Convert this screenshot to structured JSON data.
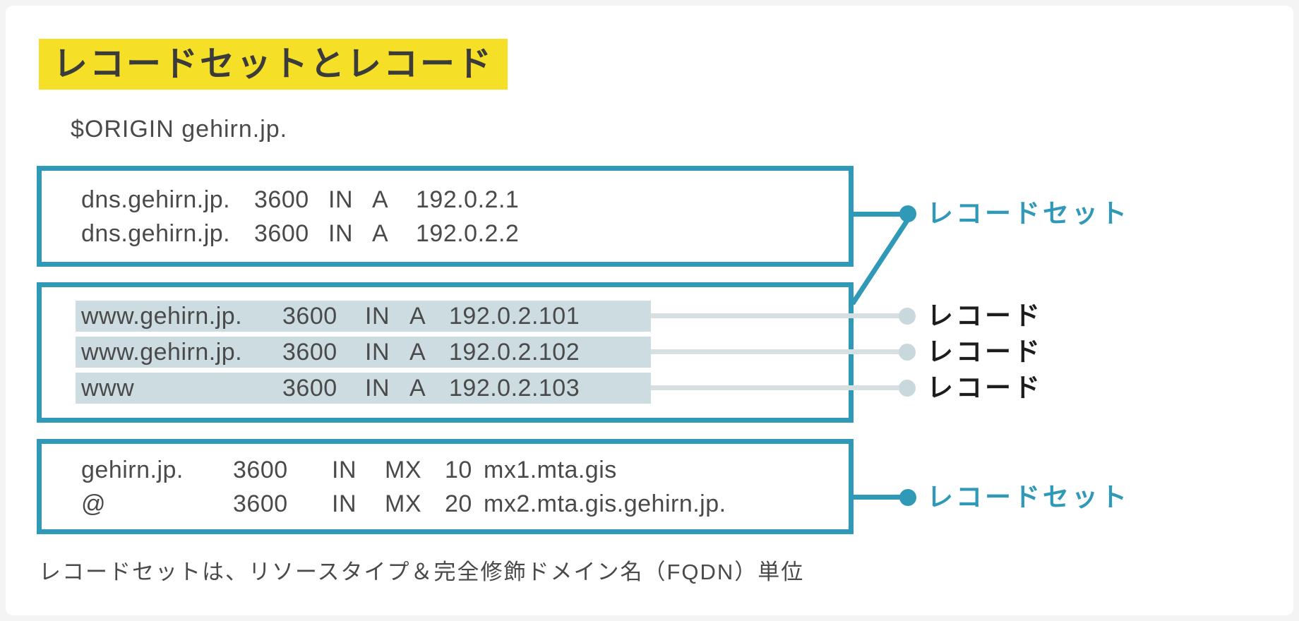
{
  "page": {
    "title": "レコードセットとレコード",
    "origin_line": "$ORIGIN gehirn.jp.",
    "caption": "レコードセットは、リソースタイプ＆完全修飾ドメイン名（FQDN）単位"
  },
  "zone": {
    "box1": {
      "rows": [
        {
          "cells": [
            "dns.gehirn.jp.",
            "3600",
            "IN",
            "A",
            "192.0.2.1"
          ]
        },
        {
          "cells": [
            "dns.gehirn.jp.",
            "3600",
            "IN",
            "A",
            "192.0.2.2"
          ]
        }
      ]
    },
    "box2": {
      "rows": [
        {
          "cells": [
            "www.gehirn.jp.",
            "3600",
            "IN",
            "A",
            "192.0.2.101"
          ]
        },
        {
          "cells": [
            "www.gehirn.jp.",
            "3600",
            "IN",
            "A",
            "192.0.2.102"
          ]
        },
        {
          "cells": [
            "www",
            "3600",
            "IN",
            "A",
            "192.0.2.103"
          ]
        }
      ]
    },
    "box3": {
      "rows": [
        {
          "cells": [
            "gehirn.jp.",
            "3600",
            "IN",
            "MX",
            "10",
            "mx1.mta.gis"
          ]
        },
        {
          "cells": [
            "@",
            "3600",
            "IN",
            "MX",
            "20",
            "mx2.mta.gis.gehirn.jp."
          ]
        }
      ]
    }
  },
  "labels": {
    "recordset_top": "レコードセット",
    "record_1": "レコード",
    "record_2": "レコード",
    "record_3": "レコード",
    "recordset_bottom": "レコードセット"
  },
  "colors": {
    "teal": "#3099b8",
    "yellow": "#f5e027",
    "highlight": "#ccdce1",
    "gray-line": "#d6e0e3",
    "gray-dot": "#c8d8dd",
    "ink": "#4a4a4a",
    "title-ink": "#3b3b3b",
    "label-ink": "#1d1d1d",
    "page-bg": "#f4f4f5",
    "card-bg": "#ffffff"
  }
}
